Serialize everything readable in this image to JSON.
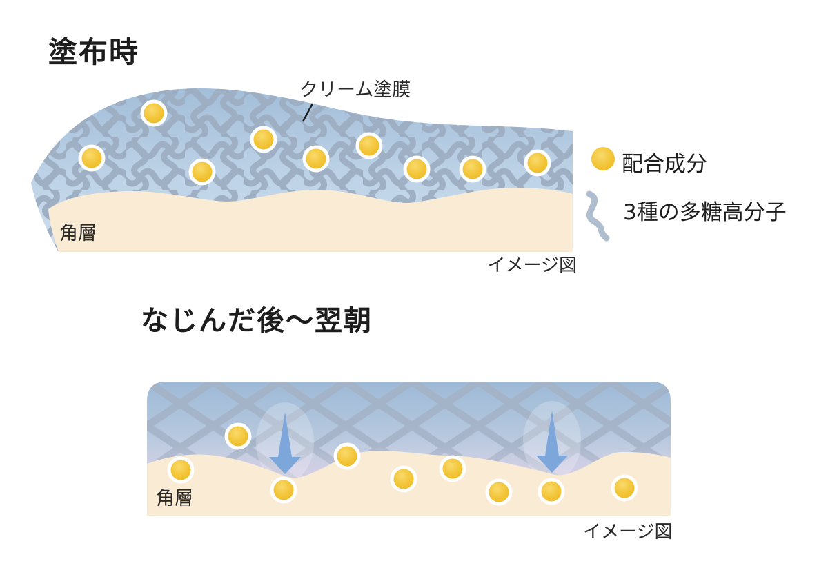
{
  "top_section": {
    "title": "塗布時",
    "cream_film_label": "クリーム塗膜",
    "stratum_label": "角層",
    "caption": "イメージ図",
    "ingredient_particle_count": 9
  },
  "legend": {
    "ingredient_label": "配合成分",
    "polymer_label": "3種の多糖高分子"
  },
  "bottom_section": {
    "title": "なじんだ後～翌朝",
    "stratum_label": "角層",
    "caption": "イメージ図",
    "ingredient_particle_count": 9,
    "penetration_arrow_count": 2
  },
  "colors": {
    "ingredient_yellow": "#F2C436",
    "polymer_mesh_gray_blue": "#9EAEC2",
    "lattice_gray_blue": "#A3B2C6",
    "skin_peach": "#FAEBD5",
    "cream_blue": "#A6C0DA",
    "lavender_transition": "#D8CFE4",
    "arrow_blue": "#7DA7DA",
    "text": "#1D1D1D"
  }
}
